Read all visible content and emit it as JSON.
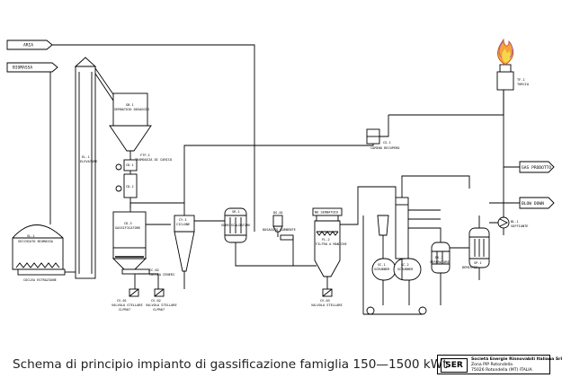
{
  "streams": {
    "aria": "ARIA",
    "biomassa": "BIOMASSA",
    "gas_prodotto": "GAS PRODOTTO",
    "blow_down": "BLOW DOWN"
  },
  "equipment": {
    "sl1": "SL-1",
    "sl1_sub": "SECCHIATO BIOMASSA",
    "sl1_bottom": "COCLEA ESTRAZIONE",
    "el1": "EL-1",
    "el1_sub": "ELEVATORE",
    "sb1": "SB-1",
    "sb1_sub": "SERBATOIO DOSAGGIO",
    "ftf1": "FTF-1",
    "ftf1_sub": "TRAMOGGIA DI CARICO",
    "cd1": "CD-1",
    "cd2": "CD-2",
    "cd3": "CD-3",
    "cd3_sub": "GASSIFICATORE",
    "cc02": "CC-02",
    "cc02_sub": "COCLEA CENERI",
    "cv01": "CV-01",
    "cv01_sub": "VALVOLA STELLARE",
    "cv01_tag": "CLPR07",
    "cv02": "CV-02",
    "cv02_sub": "VALVOLA STELLARE",
    "cv02_tag": "CLPR07",
    "cy1": "CY-1",
    "cy1_sub": "CICLONE",
    "sr1": "SR-1",
    "sr1_sub": "SURRISCALDATORE",
    "ds01": "DS-01",
    "ds01_sub": "DOSAGGIO SORBENTE",
    "no_serbatoio": "NO SERBATOIO",
    "fl2": "FL-2",
    "fl2_sub": "FILTRO A MANICHE",
    "cv03": "CV-03",
    "cv03_sub": "VALVOLA STELLARE",
    "sc1": "SC-1",
    "sc2": "SC-2",
    "sc_sub": "SCRUBBER",
    "ev1": "EV-1",
    "ev1_sub": "SEPARATORE",
    "sp1": "SP-1",
    "sp1_sub": "DEMISTER",
    "cg1": "CG-1",
    "cg1_sub": "CAMINO RECUPERO",
    "bl1": "BL-1",
    "bl1_sub": "SOFFIANTE",
    "tf1": "TF-1",
    "tf1_sub": "TORCIA"
  },
  "caption": "Schema di principio impianto di gassificazione famiglia 150—1500 kWt",
  "logo": {
    "mark": "SER",
    "line1": "Società Energie Rinnovabili Italiana Srl",
    "line2": "Zona PIP Rotondella",
    "line3": "75026 Rotondella (MT) ITALIA"
  }
}
